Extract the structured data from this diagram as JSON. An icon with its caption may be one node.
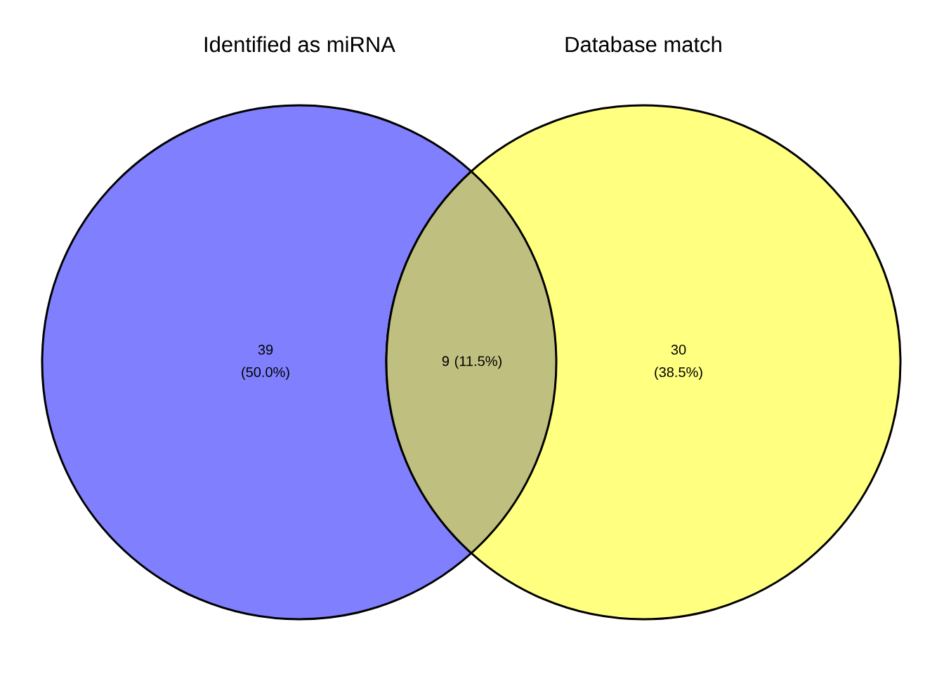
{
  "diagram": {
    "nodes": [
      {
        "text": [
          "Identified as miRNA"
        ]
      },
      {
        "text": [
          "Database match"
        ]
      }
    ],
    "labels": [
      "39 (50.0%)",
      "9 (11.5%)",
      "30 (38.5%)"
    ]
  }
}
